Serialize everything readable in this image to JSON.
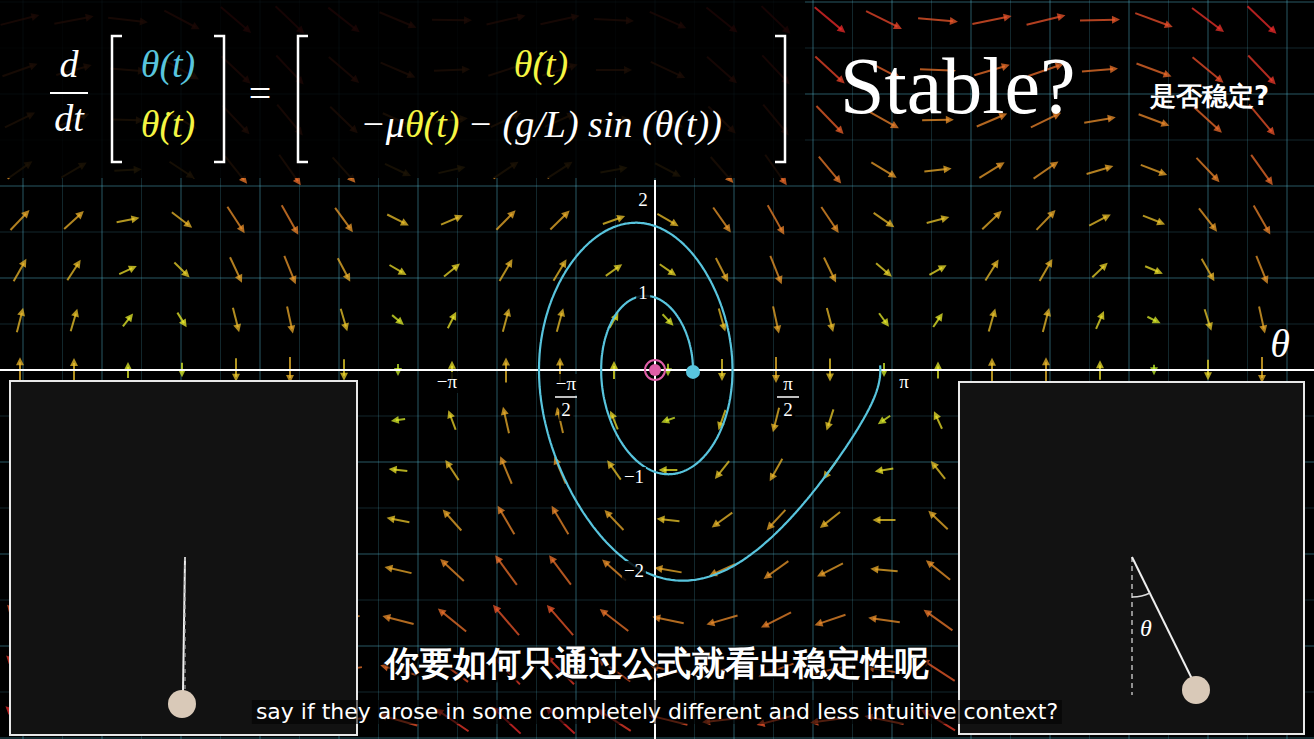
{
  "diagram": {
    "nodes": [
      {
        "text": [
          "θ"
        ]
      }
    ],
    "labels": [
      "d",
      "dt",
      "θ(t)",
      "θ̇(t)",
      "=",
      "θ̇(t)",
      "−μ",
      "θ̇(t)",
      "− (g/L) sin (θ(t))",
      "Stable?",
      "是否稳定?",
      "2",
      "1",
      "−1",
      "−2",
      "−π",
      "−π",
      "2",
      "π",
      "2",
      "π",
      "θ",
      "你要如何只通过公式就看出稳定性呢",
      "say if they arose in some completely different and less intuitive context?"
    ]
  }
}
